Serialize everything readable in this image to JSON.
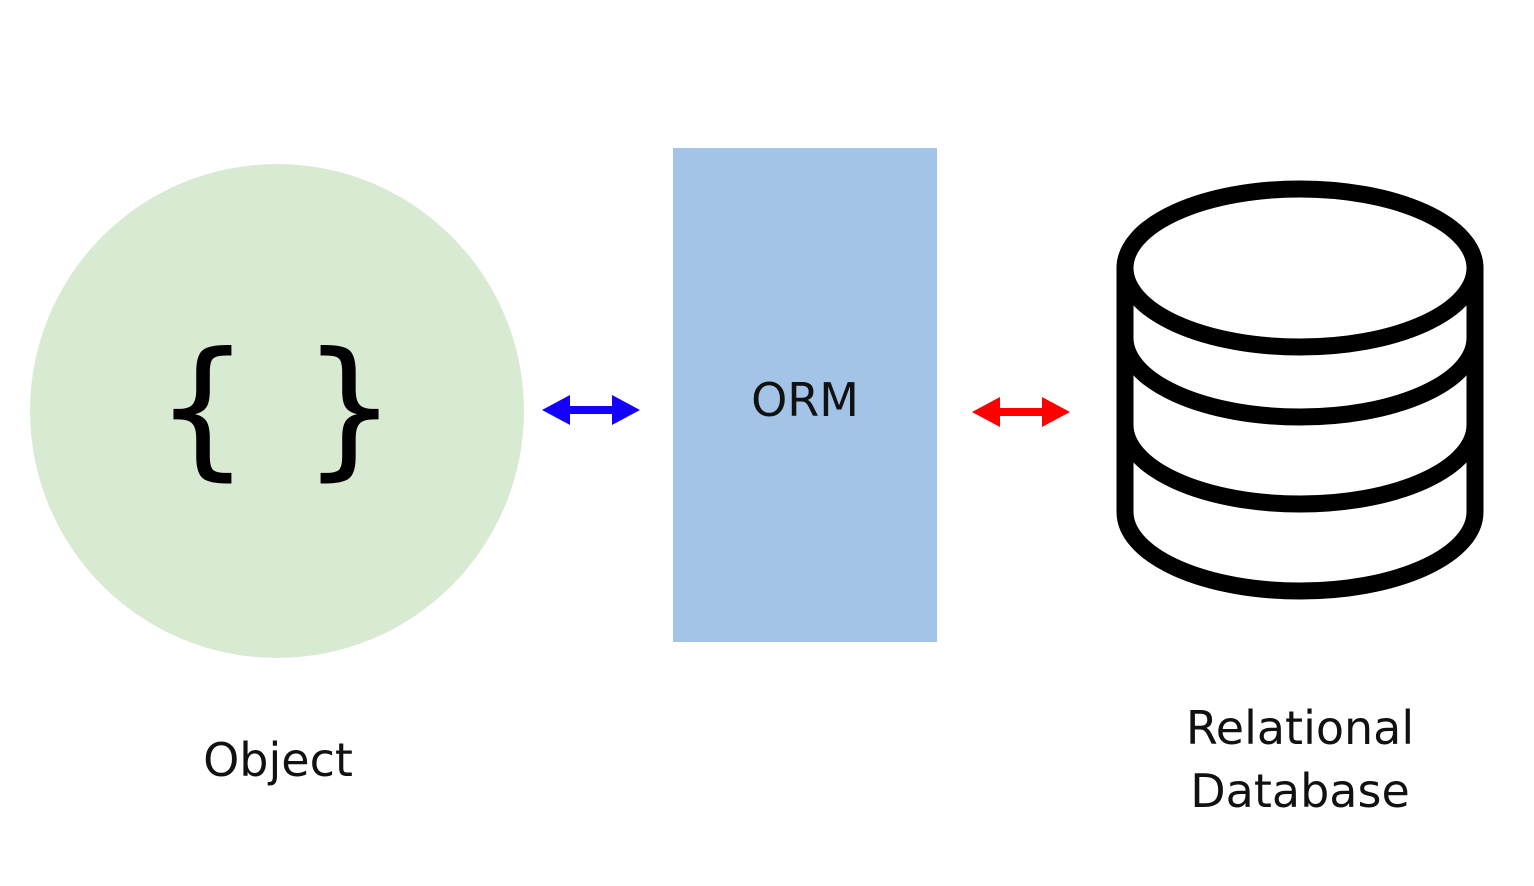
{
  "object": {
    "symbol": "{ }",
    "label": "Object",
    "fill": "#d9ead3"
  },
  "orm": {
    "label": "ORM",
    "fill": "#a3c4e7"
  },
  "arrows": {
    "object_orm_color": "#1400ff",
    "orm_db_color": "#ff0000"
  },
  "database": {
    "icon": "database-icon",
    "label_line1": "Relational",
    "label_line2": "Database"
  }
}
